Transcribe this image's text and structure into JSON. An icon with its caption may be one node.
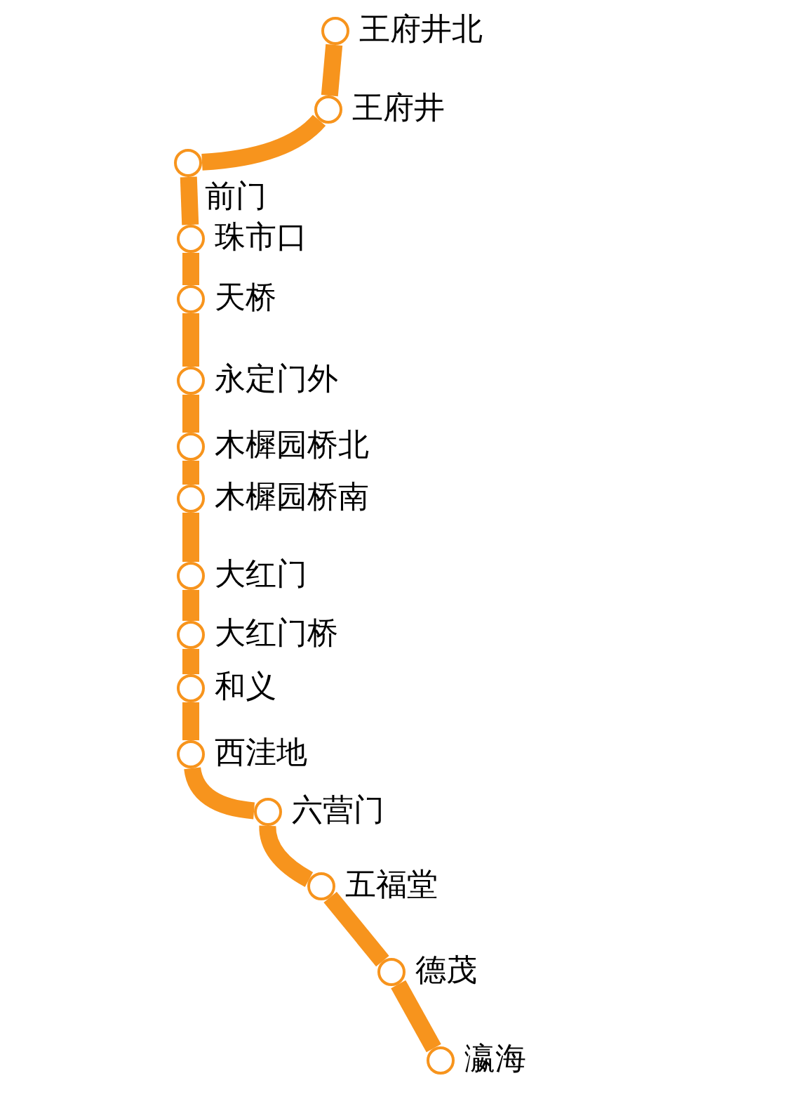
{
  "diagram": {
    "nodes": [
      {
        "text": [],
        "shape": "circle",
        "beside": [
          "王府井北"
        ]
      },
      {
        "text": [],
        "shape": "circle",
        "beside": [
          "王府井"
        ]
      },
      {
        "text": [],
        "shape": "circle",
        "beside": [
          "前门"
        ]
      },
      {
        "text": [],
        "shape": "circle",
        "beside": [
          "珠市口"
        ]
      },
      {
        "text": [],
        "shape": "circle",
        "beside": [
          "天桥"
        ]
      },
      {
        "text": [],
        "shape": "circle",
        "beside": [
          "永定门外"
        ]
      },
      {
        "text": [],
        "shape": "circle",
        "beside": [
          "木樨园桥北"
        ]
      },
      {
        "text": [],
        "shape": "circle",
        "beside": [
          "木樨园桥南"
        ]
      },
      {
        "text": [],
        "shape": "circle",
        "beside": [
          "大红门"
        ]
      },
      {
        "text": [],
        "shape": "circle",
        "beside": [
          "大红门桥"
        ]
      },
      {
        "text": [],
        "shape": "circle",
        "beside": [
          "和义"
        ]
      },
      {
        "text": [],
        "shape": "circle",
        "beside": [
          "西洼地"
        ]
      },
      {
        "text": [],
        "shape": "circle",
        "beside": [
          "六营门"
        ]
      },
      {
        "text": [],
        "shape": "circle",
        "beside": [
          "五福堂"
        ]
      },
      {
        "text": [],
        "shape": "circle",
        "beside": [
          "德茂"
        ]
      },
      {
        "text": [],
        "shape": "circle",
        "beside": [
          "瀛海"
        ]
      }
    ],
    "edges": [
      {
        "from": 0,
        "to": 1,
        "arrow": "none"
      },
      {
        "from": 1,
        "to": 2,
        "arrow": "none"
      },
      {
        "from": 2,
        "to": 3,
        "arrow": "none"
      },
      {
        "from": 3,
        "to": 4,
        "arrow": "none"
      },
      {
        "from": 4,
        "to": 5,
        "arrow": "none"
      },
      {
        "from": 5,
        "to": 6,
        "arrow": "none"
      },
      {
        "from": 6,
        "to": 7,
        "arrow": "none"
      },
      {
        "from": 7,
        "to": 8,
        "arrow": "none"
      },
      {
        "from": 8,
        "to": 9,
        "arrow": "none"
      },
      {
        "from": 9,
        "to": 10,
        "arrow": "none"
      },
      {
        "from": 10,
        "to": 11,
        "arrow": "none"
      },
      {
        "from": 11,
        "to": 12,
        "arrow": "none"
      },
      {
        "from": 12,
        "to": 13,
        "arrow": "none"
      },
      {
        "from": 13,
        "to": 14,
        "arrow": "none"
      },
      {
        "from": 14,
        "to": 15,
        "arrow": "none"
      }
    ]
  }
}
